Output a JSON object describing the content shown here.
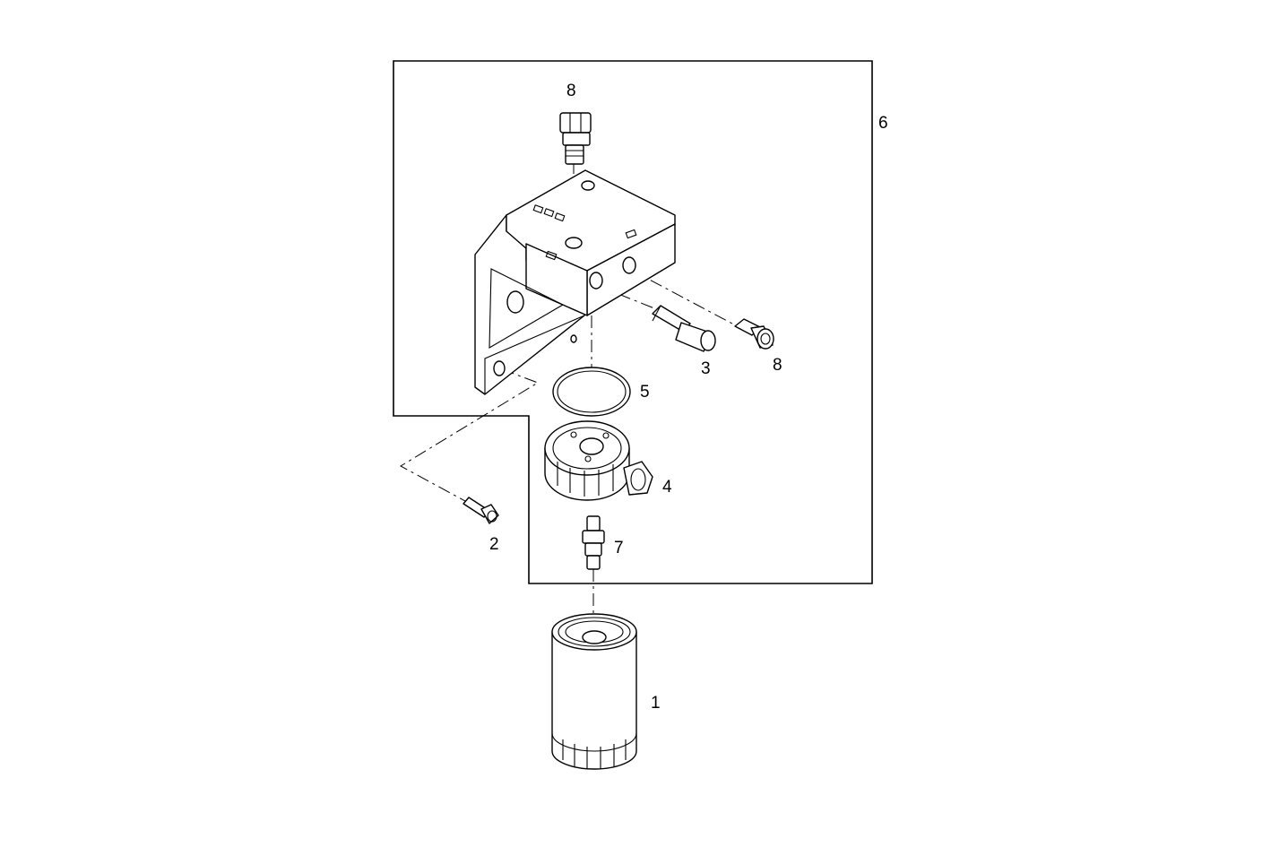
{
  "diagram": {
    "callouts": {
      "filter": "1",
      "bolt": "2",
      "sensor": "3",
      "filter_head": "4",
      "o_ring": "5",
      "assembly": "6",
      "drain_valve": "7",
      "fitting_top": "8",
      "fitting_side": "8"
    }
  }
}
